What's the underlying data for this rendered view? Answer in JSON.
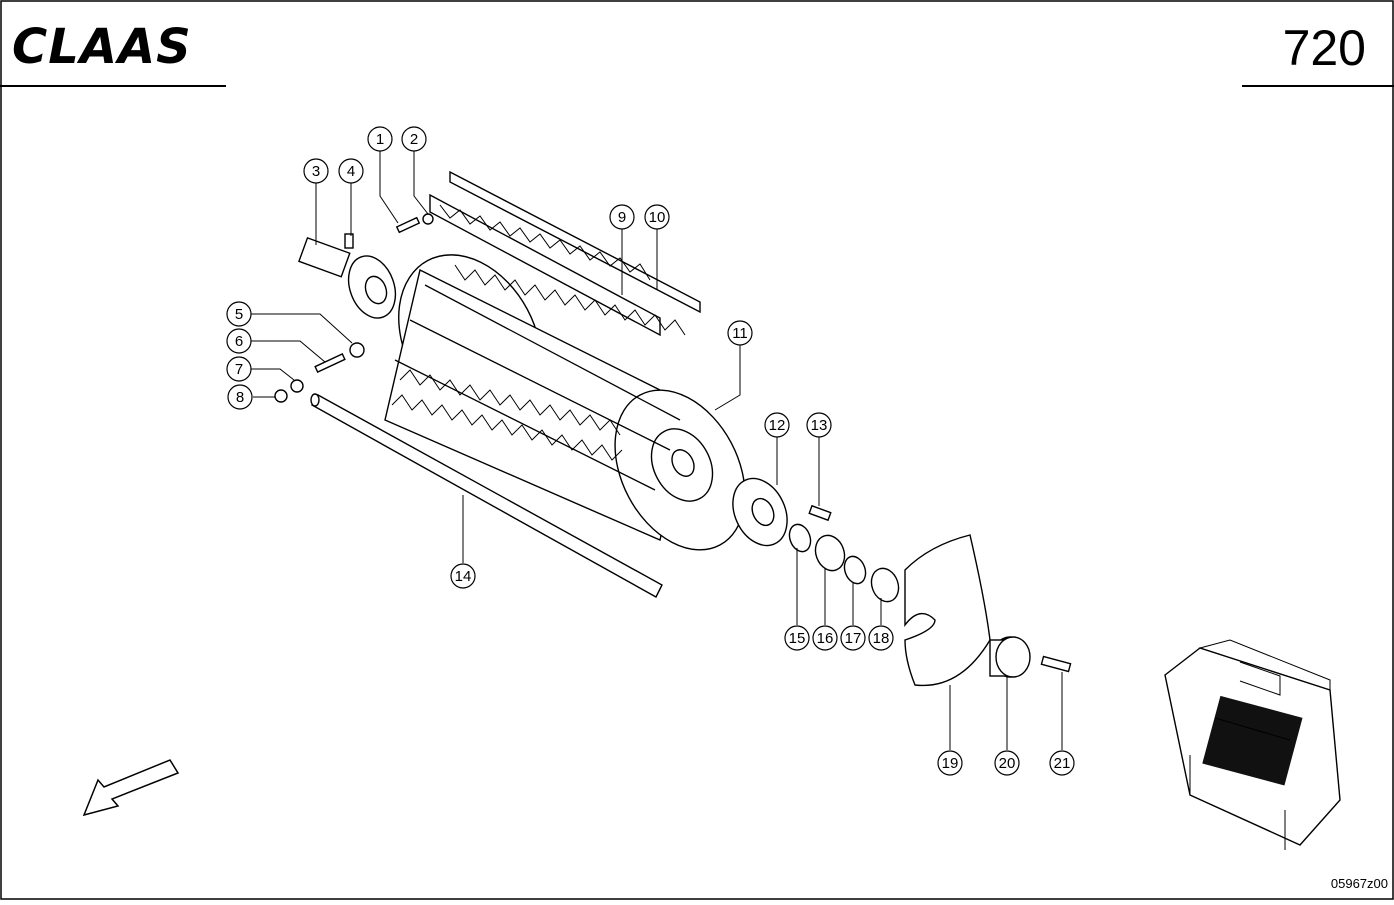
{
  "header": {
    "brand": "CLAAS",
    "page_number": "720"
  },
  "footer": {
    "drawing_code": "05967z00"
  },
  "callouts": [
    {
      "id": "1",
      "label": "1"
    },
    {
      "id": "2",
      "label": "2"
    },
    {
      "id": "3",
      "label": "3"
    },
    {
      "id": "4",
      "label": "4"
    },
    {
      "id": "5",
      "label": "5"
    },
    {
      "id": "6",
      "label": "6"
    },
    {
      "id": "7",
      "label": "7"
    },
    {
      "id": "8",
      "label": "8"
    },
    {
      "id": "9",
      "label": "9"
    },
    {
      "id": "10",
      "label": "10"
    },
    {
      "id": "11",
      "label": "11"
    },
    {
      "id": "12",
      "label": "12"
    },
    {
      "id": "13",
      "label": "13"
    },
    {
      "id": "14",
      "label": "14"
    },
    {
      "id": "15",
      "label": "15"
    },
    {
      "id": "16",
      "label": "16"
    },
    {
      "id": "17",
      "label": "17"
    },
    {
      "id": "18",
      "label": "18"
    },
    {
      "id": "19",
      "label": "19"
    },
    {
      "id": "20",
      "label": "20"
    },
    {
      "id": "21",
      "label": "21"
    }
  ],
  "icons": {
    "direction_arrow": "arrow-down-left-icon"
  }
}
